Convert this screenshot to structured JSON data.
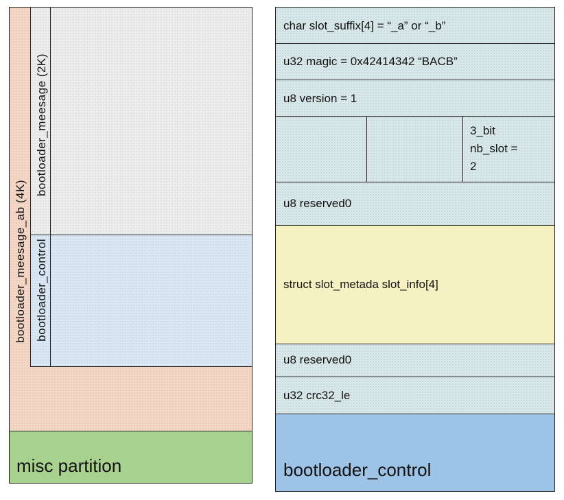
{
  "left_diagram": {
    "outer_label": "bootloader_meesage_ab (4K)",
    "message_label": "bootloader_meesage (2K)",
    "control_label": "bootloader_control",
    "partition_label": "misc partition"
  },
  "right_diagram": {
    "fields": [
      "char slot_suffix[4] =  “_a”   or   “_b”",
      "u32 magic = 0x42414342  “BACB”",
      "u8 version = 1",
      "u8 reserved0",
      "struct slot_metada slot_info[4]",
      "u8 reserved0",
      "u32 crc32_le"
    ],
    "bitfield": {
      "line1": "3_bit",
      "line2": "nb_slot =",
      "line3": "2"
    },
    "struct_label": "bootloader_control"
  },
  "colors": {
    "peach": "#f4d7c6",
    "grey": "#ededed",
    "light_blue": "#dbe8f3",
    "green": "#a9d18e",
    "teal": "#d8e7e8",
    "yellow": "#f6f1c1",
    "blue": "#9dc3e6"
  }
}
